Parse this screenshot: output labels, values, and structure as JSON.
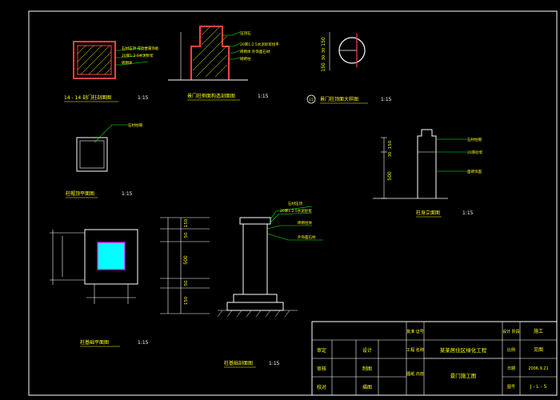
{
  "colors": {
    "background": "#000000",
    "frame": "#ffffff",
    "line": "#ffffff",
    "dim": "#ffffff",
    "label": "#ffff00",
    "leader": "#00ff00",
    "accent_red": "#ff4040",
    "accent_cyan": "#00ffff",
    "accent_magenta": "#ff00ff"
  },
  "titles": {
    "t1": "14 - 14 剖门柱剖面图",
    "t1_scale": "1:15",
    "t2": "景门柱侧面构造剖面图",
    "t2_scale": "1:15",
    "t3_marker": "15",
    "t3": "景门柱顶面大样图",
    "t3_scale": "1:15",
    "t4": "柱帽顶平面图",
    "t4_scale": "1:15",
    "t5": "柱身立面图",
    "t5_scale": "1:15",
    "t6": "柱基础平面图",
    "t6_scale": "1:15",
    "t7": "柱基础剖面图",
    "t7_scale": "1:15"
  },
  "notes": {
    "n1a": "石材压顶 成品金属饰板",
    "n1b": "20厚1:2.5水泥砂浆",
    "n1c": "砖砌体",
    "n2a": "压顶石",
    "n2b": "20厚1:2.5水泥砂浆找平",
    "n2c": "砖砌体 外饰面石材",
    "n2d": "砌砖柱",
    "n4a": "石材柱帽",
    "n5a": "石材柱帽",
    "n5b": "20厚砂浆",
    "n5c": "面砖饰面",
    "n7a": "石材压顶",
    "n7b": "20厚1:2.5水泥砂浆",
    "n7c": "砖砌柱体",
    "n7d": "外饰面石材"
  },
  "dims": {
    "d3_150a": "150",
    "d3_30a": "30",
    "d3_30b": "30",
    "d3_150b": "150",
    "d5_150": "150",
    "d5_30": "30",
    "d5_500": "500",
    "d7_150a": "150",
    "d7_50a": "50",
    "d7_500": "500",
    "d7_50b": "50",
    "d7_150b": "150"
  },
  "title_block": {
    "r1c1": "审定",
    "r1c2": "设计",
    "r2c1": "审核",
    "r2c2": "制图",
    "r3c1": "校对",
    "r3c2": "描图",
    "lbl_approve": "批准 证号",
    "lbl_engineering": "工程 名称",
    "lbl_drawing": "图纸 内容",
    "project": "某某居住区绿化工程",
    "drawing": "景门施工图",
    "lbl_stage": "设计 阶段",
    "val_stage": "施工",
    "lbl_scale": "比例",
    "val_scale": "见图",
    "lbl_date": "日期",
    "val_date": "2006.9.21",
    "lbl_no": "图号",
    "val_no": "J - L - 5"
  }
}
